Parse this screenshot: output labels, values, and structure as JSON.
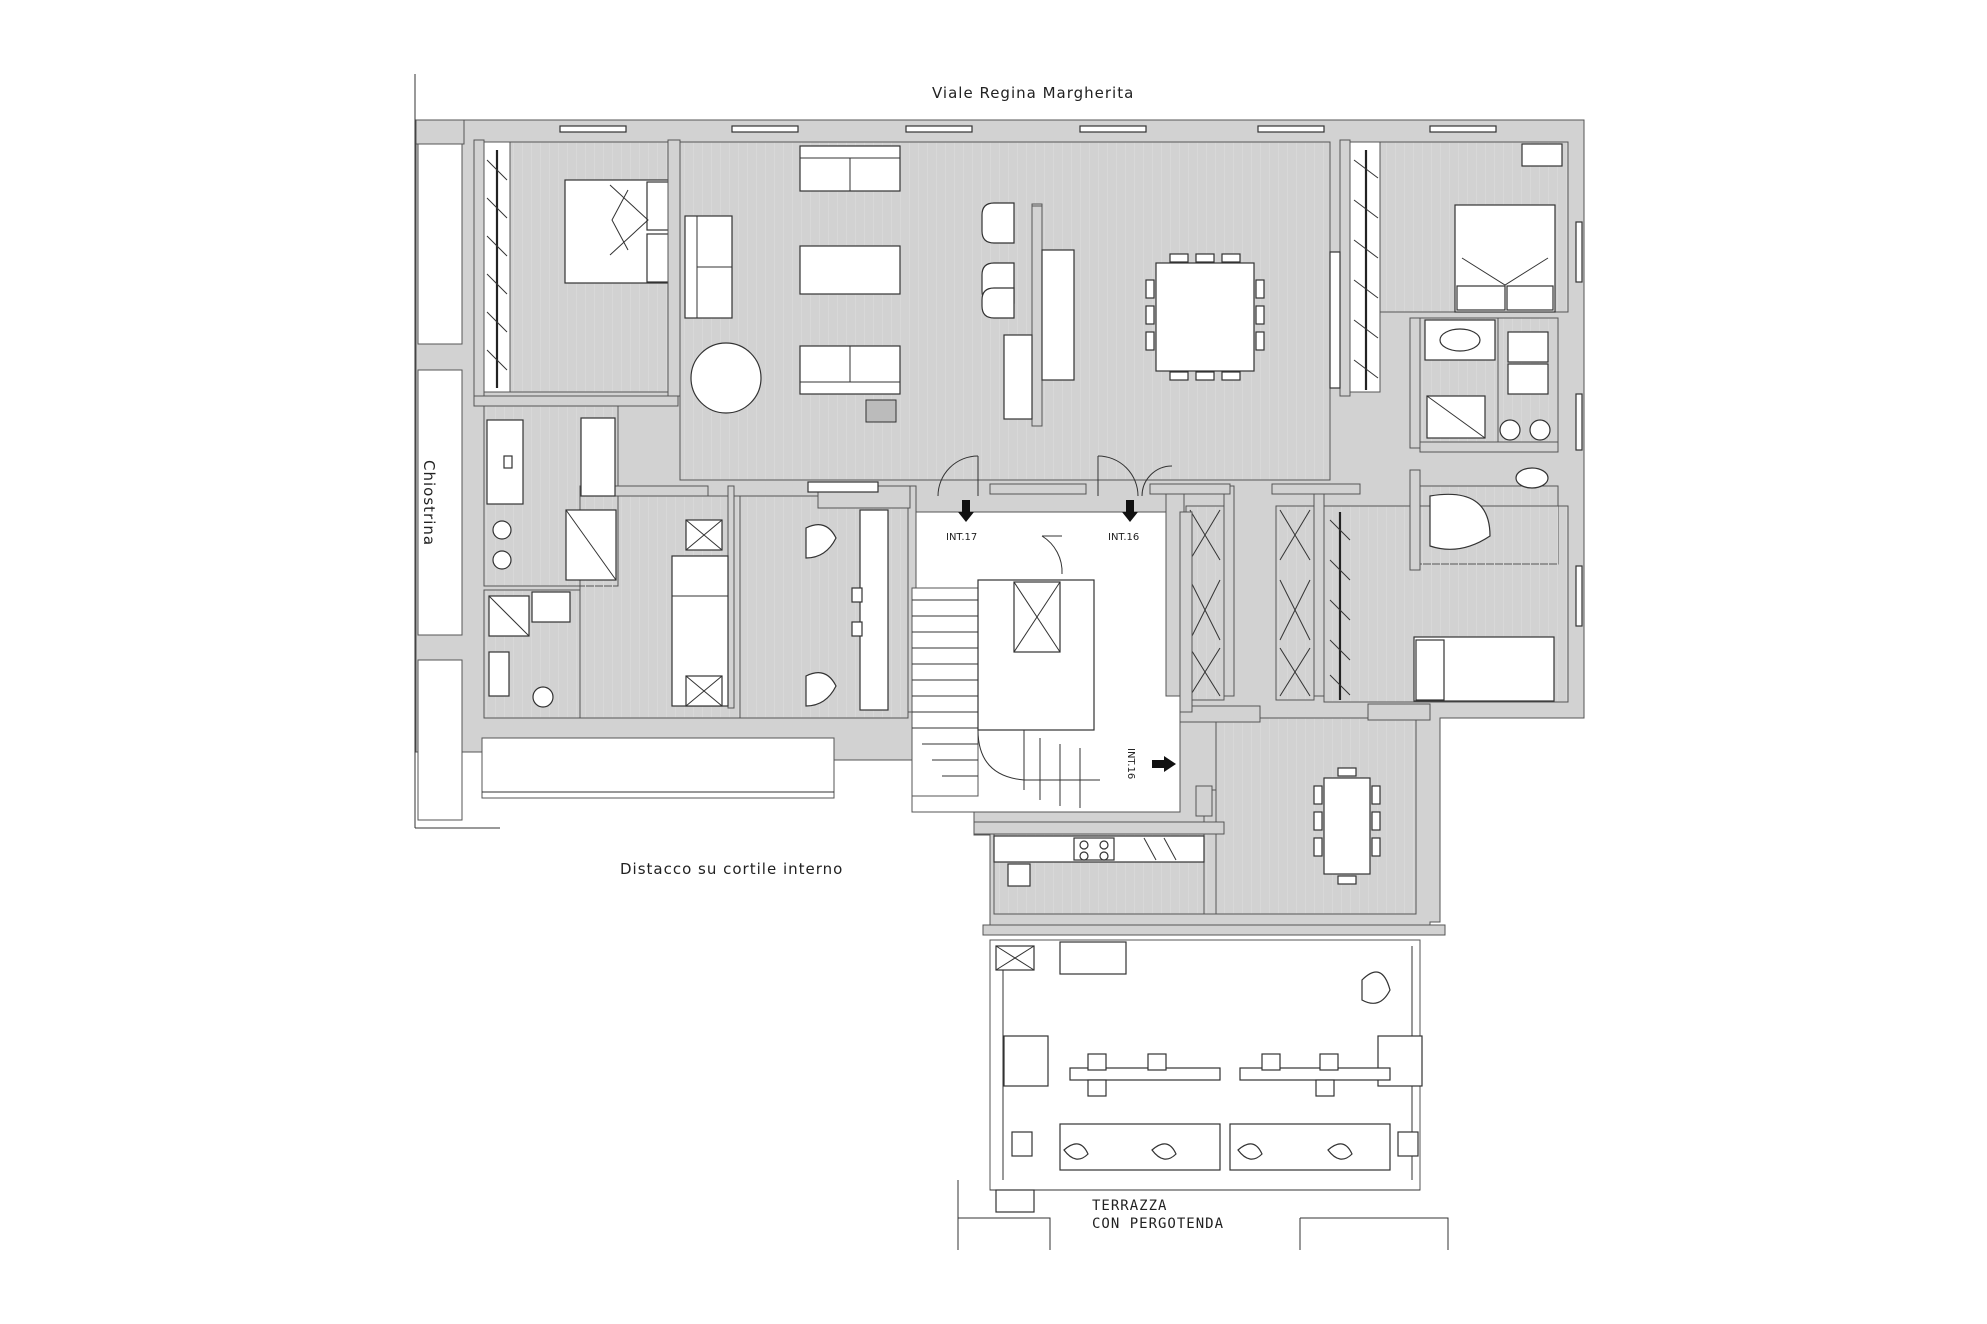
{
  "labels": {
    "street": "Viale Regina Margherita",
    "courtyard_side": "Chiostrina",
    "courtyard_gap": "Distacco su cortile interno",
    "terrace_line1": "TERRAZZA",
    "terrace_line2": "CON PERGOTENDA",
    "unit_17": "INT.17",
    "unit_16_top": "INT.16",
    "unit_16_stair": "INT.16"
  }
}
